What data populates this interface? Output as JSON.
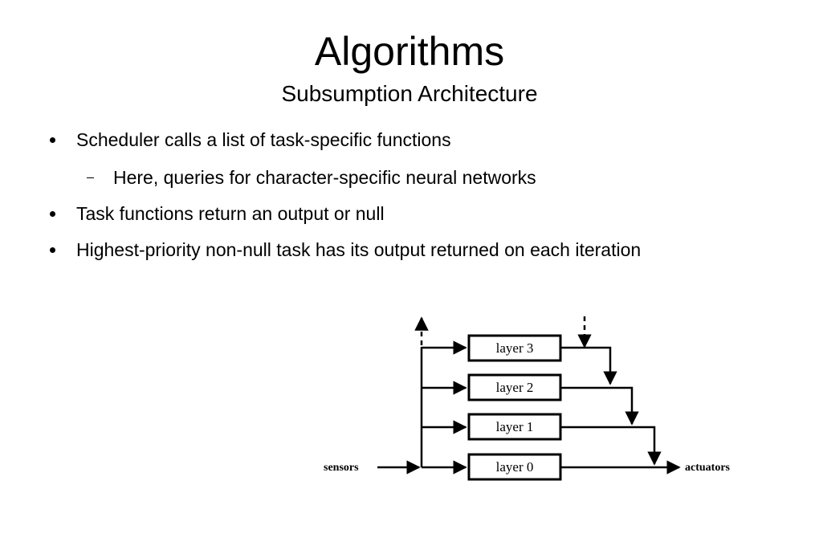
{
  "slide": {
    "title": "Algorithms",
    "subtitle": "Subsumption Architecture"
  },
  "bullets": [
    {
      "level": 1,
      "text": "Scheduler calls a list of task-specific functions"
    },
    {
      "level": 2,
      "text": "Here, queries for character-specific neural networks"
    },
    {
      "level": 1,
      "text": "Task functions return an output or null"
    },
    {
      "level": 1,
      "text": "Highest-priority non-null task has its output returned on each iteration"
    }
  ],
  "diagram": {
    "input_label": "sensors",
    "output_label": "actuators",
    "layers": [
      "layer 3",
      "layer 2",
      "layer 1",
      "layer 0"
    ]
  }
}
